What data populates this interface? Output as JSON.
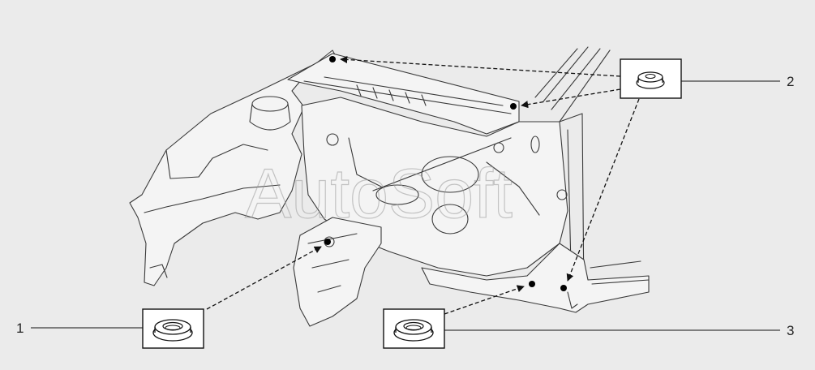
{
  "callouts": [
    {
      "number": "1",
      "part": "plug-grommet-large"
    },
    {
      "number": "2",
      "part": "plug-cap-small"
    },
    {
      "number": "3",
      "part": "plug-grommet-large"
    }
  ],
  "watermark": "AutoSoft",
  "colors": {
    "background": "#ebebeb",
    "line": "#3a3a3a",
    "box": "#ffffff"
  }
}
